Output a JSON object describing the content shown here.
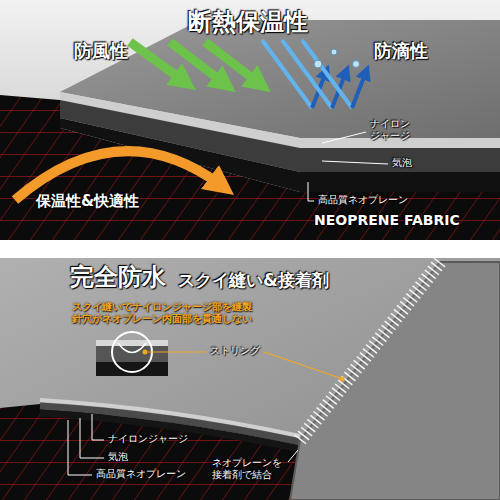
{
  "diagram": {
    "labels": [
      "断熱保温性",
      "防風性",
      "防滴性",
      "ナイロン ジャージ",
      "気泡",
      "保温性&快適性",
      "高品質ネオプレーン",
      "NEOPRENE FABRIC",
      "完全防水",
      "スクイ縫い&接着剤",
      "スクイ縫いでナイロンジャージ部を縫製 針穴がネオプレーン内面部を貫通しない",
      "ストリング",
      "ナイロンジャージ",
      "気泡",
      "ネオプレーンを 接着剤で結合",
      "高品質ネオプレーン"
    ]
  }
}
